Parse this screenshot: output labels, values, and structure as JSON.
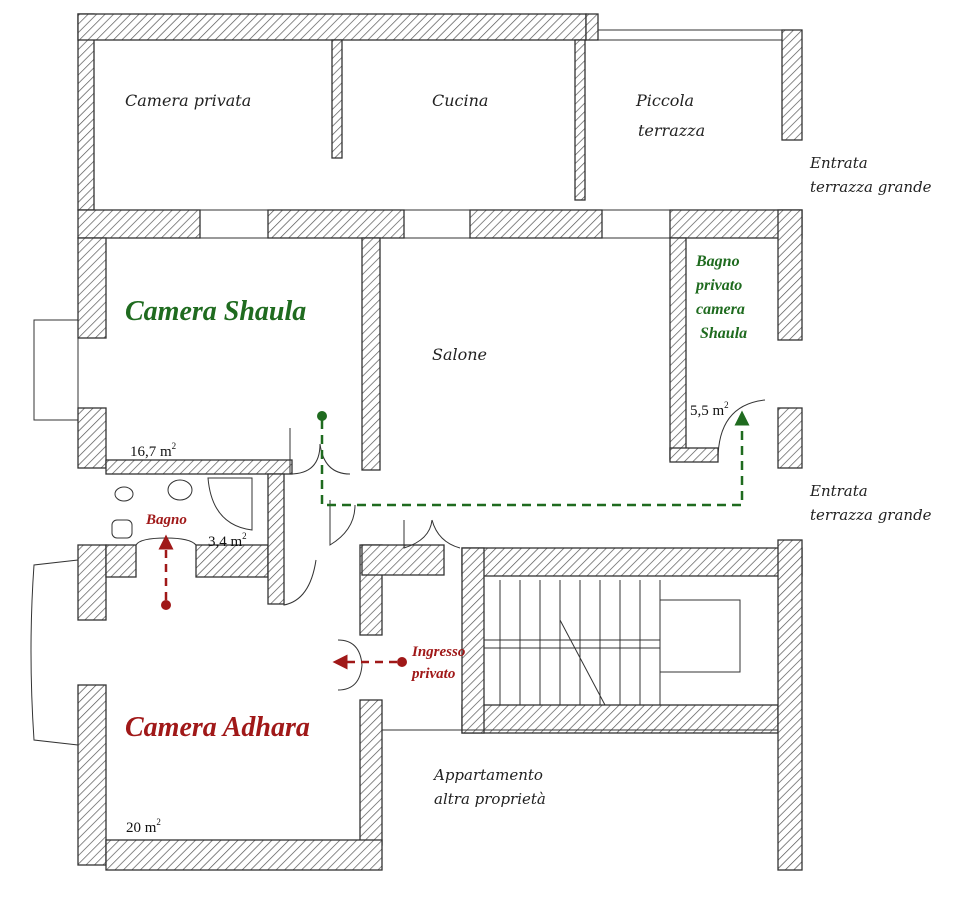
{
  "colors": {
    "shaula": "#1f6b1f",
    "adhara": "#a01818",
    "wall_hatch": "#555555",
    "line": "#333333"
  },
  "rooms": {
    "camera_privata": "Camera privata",
    "cucina": "Cucina",
    "piccola_terrazza_1": "Piccola",
    "piccola_terrazza_2": "terrazza",
    "entrata_top_1": "Entrata",
    "entrata_top_2": "terrazza grande",
    "camera_shaula": "Camera Shaula",
    "salone": "Salone",
    "bagno_privato_1": "Bagno",
    "bagno_privato_2": "privato",
    "bagno_privato_3": "camera",
    "bagno_privato_4": "Shaula",
    "entrata_mid_1": "Entrata",
    "entrata_mid_2": "terrazza grande",
    "bagno": "Bagno",
    "ingresso_1": "Ingresso",
    "ingresso_2": "privato",
    "camera_adhara": "Camera Adhara",
    "appartamento_1": "Appartamento",
    "appartamento_2": "altra proprietà"
  },
  "areas": {
    "shaula": "16,7",
    "bagno_privato": "5,5",
    "bagno": "3,4",
    "adhara": "20",
    "unit": "m",
    "exp": "2"
  }
}
